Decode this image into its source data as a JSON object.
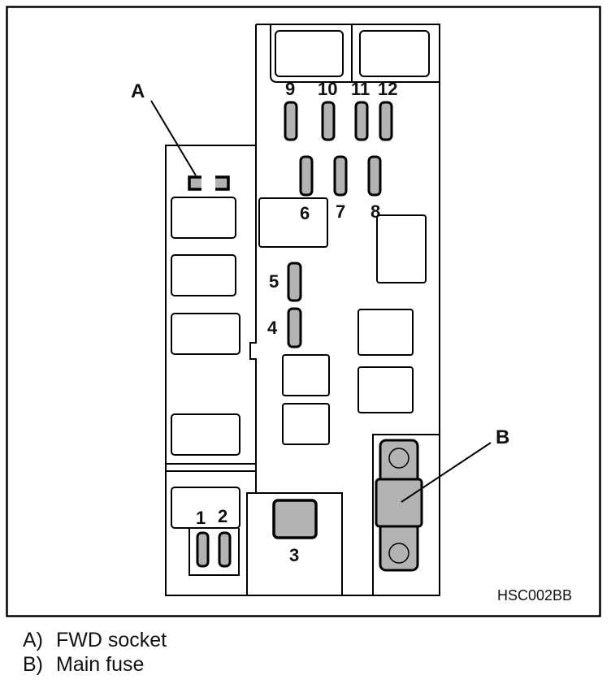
{
  "diagram": {
    "title_code": "HSC002BB",
    "callouts": {
      "A": "A",
      "B": "B"
    },
    "fuse_labels": {
      "f1": "1",
      "f2": "2",
      "f3": "3",
      "f4": "4",
      "f5": "5",
      "f6": "6",
      "f7": "7",
      "f8": "8",
      "f9": "9",
      "f10": "10",
      "f11": "11",
      "f12": "12"
    },
    "colors": {
      "outline": "#000000",
      "fuse_fill": "#b3b3b3",
      "background": "#ffffff"
    }
  },
  "legend": [
    {
      "key": "A)",
      "text": "FWD socket"
    },
    {
      "key": "B)",
      "text": "Main fuse"
    }
  ]
}
